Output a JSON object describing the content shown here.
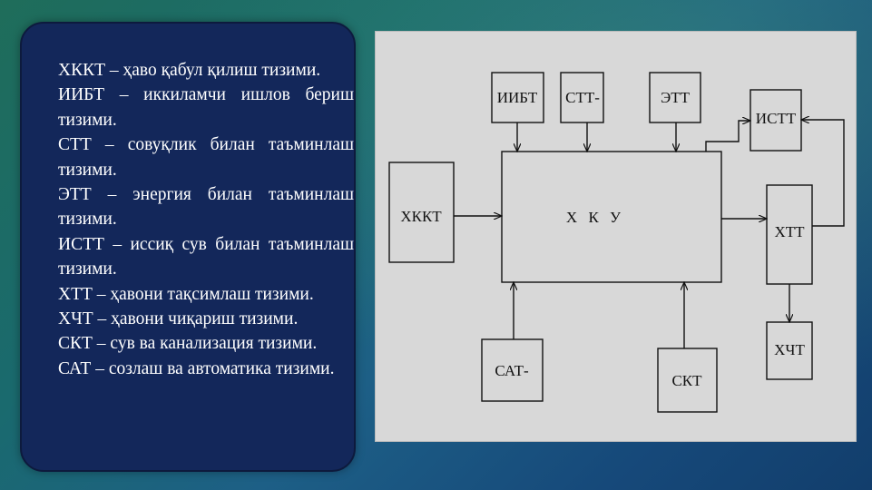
{
  "legend": {
    "items": [
      "ХККТ – ҳаво қабул қилиш тизими.",
      "ИИБТ – иккиламчи ишлов бериш тизими.",
      "СТТ – совуқлик билан таъминлаш тизими.",
      "ЭТТ – энергия билан таъминлаш тизими.",
      "ИСТТ – иссиқ сув билан таъминлаш тизими.",
      "ХТТ – ҳавони тақсимлаш тизими.",
      "ХЧТ – ҳавони чиқариш тизими.",
      "СКТ – сув ва канализация тизими.",
      "САТ – созлаш ва автоматика тизими."
    ]
  },
  "diagram": {
    "boxes": {
      "hkkt": "ХККТ",
      "iibt": "ИИБТ",
      "stt": "СТТ-",
      "ett": "ЭТТ",
      "istt": "ИСТТ",
      "hku": "Х К У",
      "htt": "ХТТ",
      "hcht": "ХЧТ",
      "sat": "САТ-",
      "skt": "СКТ"
    }
  },
  "colors": {
    "panel": "#13275a",
    "diagram_bg": "#d8d8d8",
    "line": "#111111"
  }
}
